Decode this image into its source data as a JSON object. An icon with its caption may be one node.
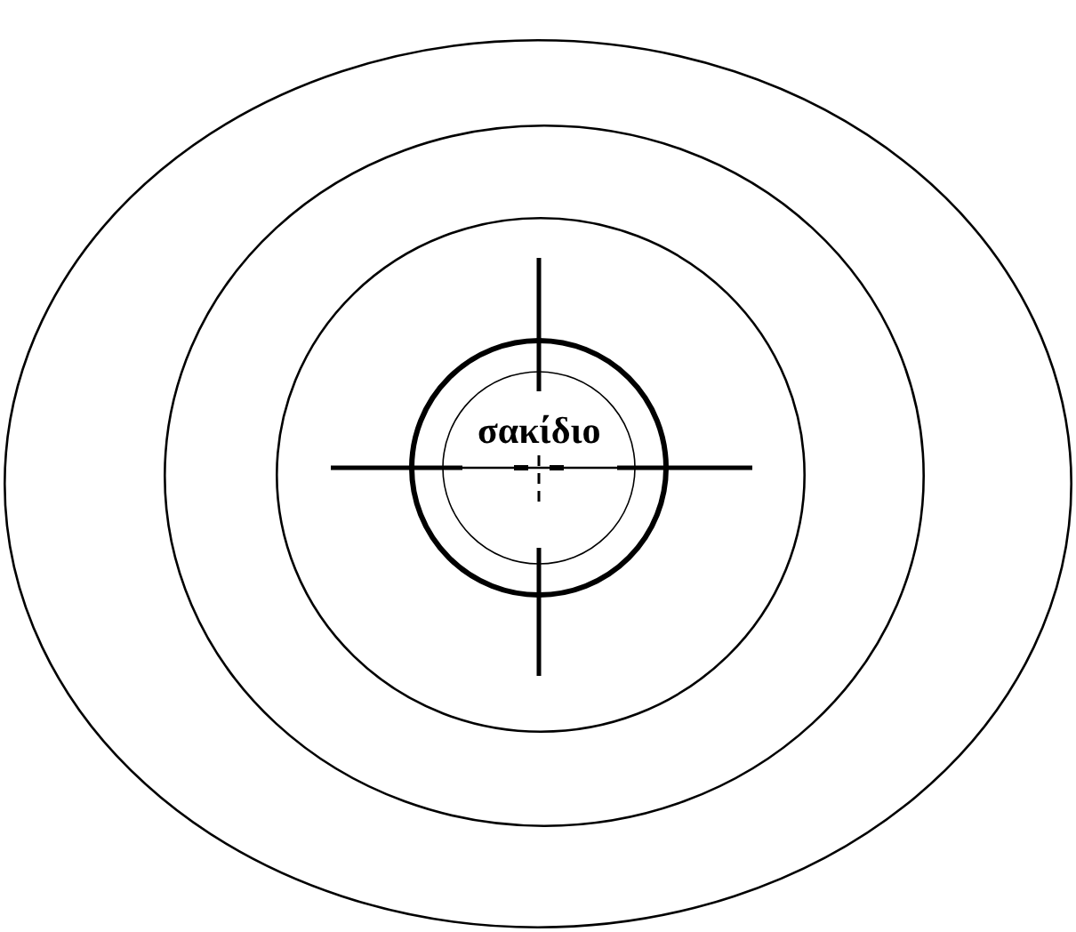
{
  "diagram": {
    "nodes": [
      {
        "text": [],
        "shape": "circle"
      },
      {
        "text": [],
        "shape": "circle",
        "in": 0
      },
      {
        "text": [],
        "shape": "circle",
        "in": 1
      },
      {
        "text": [
          "σακίδιο"
        ],
        "in": 2
      }
    ]
  }
}
